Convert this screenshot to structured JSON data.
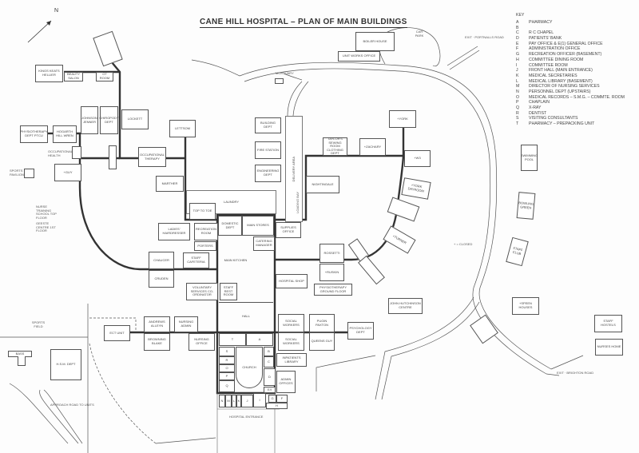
{
  "title": "CANE HILL HOSPITAL  –  PLAN OF MAIN BUILDINGS",
  "north_label": "N",
  "key": {
    "heading": "KEY",
    "items": [
      {
        "letter": "A",
        "label": "PHARMACY"
      },
      {
        "letter": "B",
        "label": ""
      },
      {
        "letter": "C",
        "label": "R C CHAPEL"
      },
      {
        "letter": "D",
        "label": "PATIENTS' BANK"
      },
      {
        "letter": "E",
        "label": "PAY OFFICE & E(1) GENERAL OFFICE"
      },
      {
        "letter": "F",
        "label": "ADMINISTRATION OFFICE"
      },
      {
        "letter": "G",
        "label": "RECREATION OFFICER (BASEMENT)"
      },
      {
        "letter": "H",
        "label": "COMMITTEE DINING ROOM"
      },
      {
        "letter": "I",
        "label": "COMMITTEE ROOM"
      },
      {
        "letter": "J",
        "label": "FRONT HALL (MAIN ENTRANCE)"
      },
      {
        "letter": "K",
        "label": "MEDICAL SECRETARIES"
      },
      {
        "letter": "L",
        "label": "MEDICAL LIBRARY (BASEMENT)"
      },
      {
        "letter": "M",
        "label": "DIRECTOR OF NURSING SERVICES"
      },
      {
        "letter": "N",
        "label": "PERSONNEL DEPT (UPSTAIRS)"
      },
      {
        "letter": "O",
        "label": "MEDICAL RECORDS – S.M.G. – COMMTE. ROOM"
      },
      {
        "letter": "P",
        "label": "CHAPLAIN"
      },
      {
        "letter": "Q",
        "label": "X-RAY"
      },
      {
        "letter": "R",
        "label": "DENTIST"
      },
      {
        "letter": "S",
        "label": "VISITING CONSULTANTS"
      },
      {
        "letter": "T",
        "label": "PHARMACY  –  PREPACKING UNIT"
      }
    ]
  },
  "buildings": {
    "kings_keats_hellier": "KINGS KEATS HELLIER",
    "beauty_salon": "BEAUTY SALON",
    "ot_room": "OT ROOM",
    "johnson_jenner": "JOHNSON JENNER",
    "chiropody": "CHIROPODY DEPT",
    "lockett": "LOCKETT",
    "physiotherapy_ptcu": "PHYSIOTHERAPY DEPT PTCU",
    "hogarth": "HOGARTH HILL WREN",
    "occupational_health": "OCCUPATIONAL HEALTH",
    "sports_pavilion": "SPORTS PAVILION",
    "guy": "+GUY",
    "occupational_therapy": "OCCUPATIONAL THERAPY",
    "lettsom": "LETTSOM",
    "marther": "MARTHER",
    "laundry": "LAUNDRY",
    "top_to_toe": "TOP TO TOE",
    "ladies_hairdresser": "LADIES' HAIRDRESSER",
    "recreation_room": "RECREATION ROOM",
    "domestic": "DOMESTIC DEPT",
    "main_stores": "MAIN STORES",
    "catering": "CATERING MANAGER",
    "supplies": "SUPPLIES OFFICE",
    "porters": "PORTERS",
    "staff_cafeteria": "STAFF CAFETERIA",
    "chaucer": "CHAUCER",
    "cruden": "CRUDEN",
    "main_kitchen": "MAIN KITCHEN",
    "voluntary": "VOLUNTARY SERVICES CO-ORDINATOR",
    "staff_rest": "STAFF REST ROOM",
    "hall": "HALL",
    "hospital_shop": "HOSPITAL SHOP",
    "rossetti": "ROSSETTI",
    "ruskin": "+RUSKIN",
    "physio_ground": "PHYSIOTHERAPY GROUND FLOOR",
    "building_dept": "BUILDING DEPT",
    "fire_station": "FIRE STATION",
    "engineering": "ENGINEERING DEPT",
    "delivery_area": "DELIVERY AREA",
    "loading_bay": "LOADING BAY",
    "nightingale": "NIGHTINGALE",
    "taylors": "TAYLOR'S SEWING ROOM CLOTHING DEPT",
    "zachary": "+ZACHARY",
    "york": "+YORK",
    "w3": "+W3",
    "york_dayroom": "+YORK DAYROOM",
    "turner": "+TURNER",
    "john_hutchinson": "JOHN HUTCHINSON CENTRE",
    "social_workers_1": "SOCIAL WORKERS",
    "social_workers_2": "SOCIAL WORKERS",
    "pugin": "PUGIN PAXTON",
    "queens": "QUEENS GUY",
    "psychology": "PSYCHOLOGY DEPT",
    "library": "INPATIENTS LIBRARY",
    "admin": "ADMIN OFFICES",
    "church": "CHURCH",
    "andrews": "ANDREWS ALLEYN",
    "browning": "BROWNING BLAKE",
    "nursing_admin": "NURSING ADMIN",
    "nursing_office": "NURSING OFFICE",
    "ect": "ECT UNIT",
    "hsm": "H.S.M. DEPT",
    "bass": "BASS",
    "boiler": "BOILER HOUSE",
    "unit_works": "UNIT WORKS OFFICE",
    "swimming": "SWIMMING POOL",
    "bowling": "BOWLING GREEN",
    "staff_club": "STAFF CLUB",
    "speen": "+SPEEN HOUSES",
    "staff_hostels": "STAFF HOSTELS",
    "nurses_home": "NURSES HOME"
  },
  "labels": {
    "sports_field": "SPORTS FIELD",
    "nurse_training": "NURSE TRAINING SCHOOL TOP FLOOR",
    "geeste": "GEESTE CENTRE 1st FLOOR",
    "mortuary": "MORTUARY",
    "car_park": "CAR PARK",
    "exit_portnalls": "EXIT · PORTNALLS ROAD",
    "exit_brighton": "EXIT · BRIGHTON ROAD",
    "closed_note": "+ = CLOSED",
    "approach_road": "APPROACH ROAD TO UNITS",
    "hospital_entrance": "HOSPITAL ENTRANCE"
  },
  "room_letters": [
    "T",
    "A",
    "S",
    "R",
    "O",
    "P",
    "Q",
    "B",
    "C",
    "D",
    "E/I",
    "G",
    "F",
    "N",
    "M",
    "L",
    "K",
    "J",
    "I",
    "H"
  ]
}
